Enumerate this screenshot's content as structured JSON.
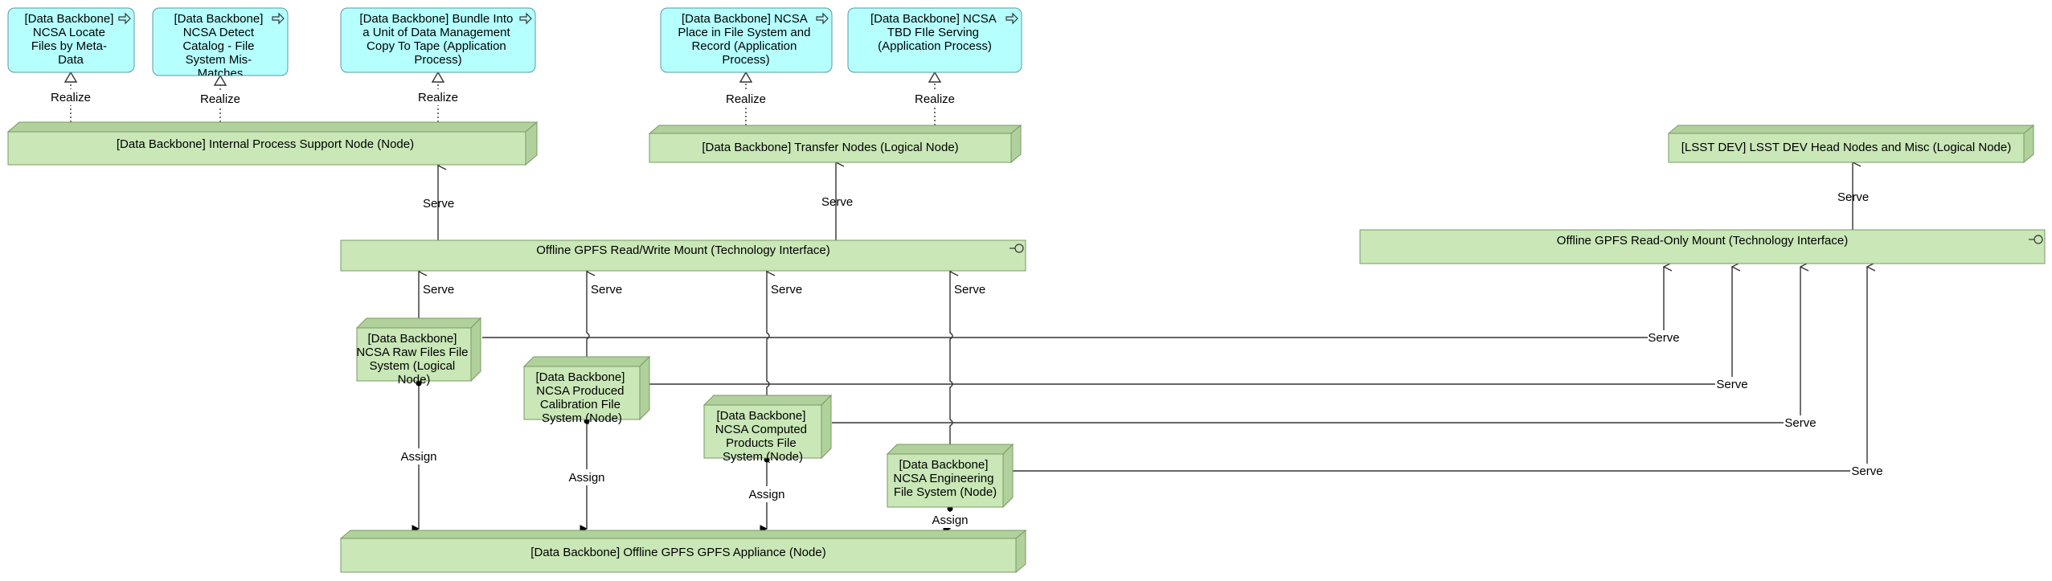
{
  "processes": [
    {
      "id": "p1",
      "lines": [
        "[Data Backbone]",
        "NCSA Locate",
        "Files by Meta-",
        "Data"
      ]
    },
    {
      "id": "p2",
      "lines": [
        "[Data Backbone]",
        "NCSA Detect",
        "Catalog - File",
        "System Mis-",
        "Matches"
      ]
    },
    {
      "id": "p3",
      "lines": [
        "[Data Backbone] Bundle Into",
        "a Unit of Data Management",
        "Copy To Tape (Application",
        "Process)"
      ]
    },
    {
      "id": "p4",
      "lines": [
        "[Data Backbone] NCSA",
        "Place in File System and",
        "Record (Application",
        "Process)"
      ]
    },
    {
      "id": "p5",
      "lines": [
        "[Data Backbone] NCSA",
        "TBD FIle Serving",
        "(Application Process)"
      ]
    }
  ],
  "nodes": [
    {
      "id": "n_internal",
      "lines": [
        "[Data Backbone] Internal Process Support Node (Node)"
      ]
    },
    {
      "id": "n_transfer",
      "lines": [
        "[Data Backbone] Transfer Nodes (Logical Node)"
      ]
    },
    {
      "id": "n_lsst",
      "lines": [
        "[LSST DEV] LSST DEV Head Nodes and Misc (Logical Node)"
      ]
    },
    {
      "id": "n_raw",
      "lines": [
        "[Data Backbone]",
        "NCSA Raw Files File",
        "System (Logical",
        "Node)"
      ]
    },
    {
      "id": "n_calib",
      "lines": [
        "[Data Backbone]",
        "NCSA Produced",
        "Calibration File",
        "System (Node)"
      ]
    },
    {
      "id": "n_computed",
      "lines": [
        "[Data Backbone]",
        "NCSA Computed",
        "Products File",
        "System (Node)"
      ]
    },
    {
      "id": "n_eng",
      "lines": [
        "[Data Backbone]",
        "NCSA Engineering",
        "File System (Node)"
      ]
    },
    {
      "id": "n_appliance",
      "lines": [
        "[Data Backbone] Offline GPFS GPFS Appliance (Node)"
      ]
    }
  ],
  "interfaces": [
    {
      "id": "i_rw",
      "label": "Offline GPFS Read/Write Mount (Technology Interface)"
    },
    {
      "id": "i_ro",
      "label": "Offline GPFS Read-Only Mount (Technology Interface)"
    }
  ],
  "relations": {
    "realize": "Realize",
    "serve": "Serve",
    "assign": "Assign"
  },
  "colors": {
    "process_fill": "#b5ffff",
    "process_stroke": "#5a9aa8",
    "node_fill": "#c9e7b7",
    "node_side": "#b0d19b",
    "node_stroke": "#7a9a66",
    "edge": "#333333"
  },
  "icons": {
    "process": "process-arrow-icon",
    "interface": "interface-lollipop-icon"
  }
}
